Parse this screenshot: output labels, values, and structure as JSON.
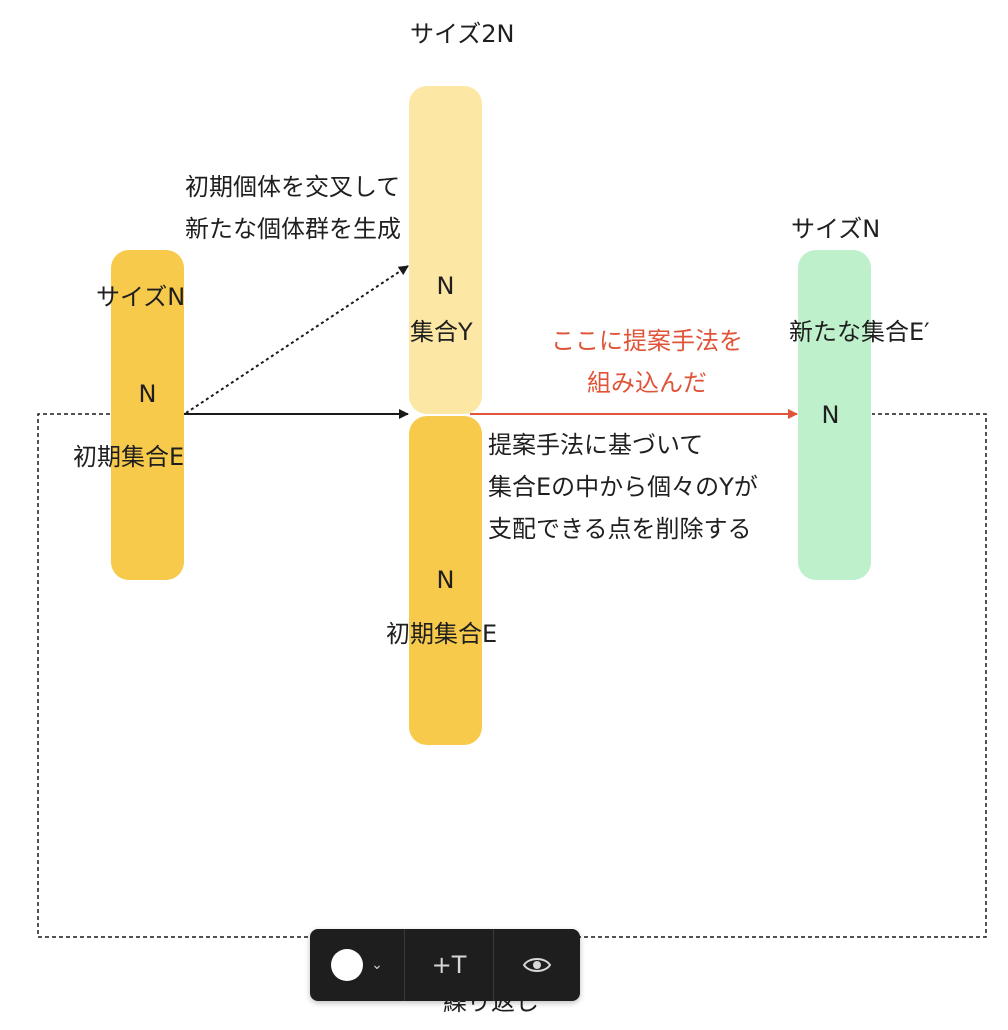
{
  "colors": {
    "population": "#f7ca4c",
    "set_y": "#fce7a4",
    "new_set": "#bdf0cb",
    "accent": "#e0553a",
    "toolbar_bg": "#1e1e1e"
  },
  "initial_set": {
    "size_label": "サイズN",
    "n_label": "N",
    "name_label": "初期集合E"
  },
  "middle": {
    "size_label": "サイズ2N",
    "y_n_label": "N",
    "y_name_label": "集合Y",
    "e_n_label": "N",
    "e_name_label": "初期集合E"
  },
  "new_set": {
    "size_label": "サイズN",
    "name_label": "新たな集合E′",
    "n_label": "N"
  },
  "annotations": {
    "crossover_line1": "初期個体を交叉して",
    "crossover_line2": "新たな個体群を生成",
    "proposal_line1": "ここに提案手法を",
    "proposal_line2": "組み込んだ",
    "removal_line1": "提案手法に基づいて",
    "removal_line2": "集合Eの中から個々のYが",
    "removal_line3": "支配できる点を削除する",
    "loop_label": "繰り返し"
  },
  "toolbar": {
    "color_icon": "color-swatch-icon",
    "chevron_icon": "chevron-down-icon",
    "add_text_label": "+T",
    "eye_icon": "eye-icon"
  }
}
